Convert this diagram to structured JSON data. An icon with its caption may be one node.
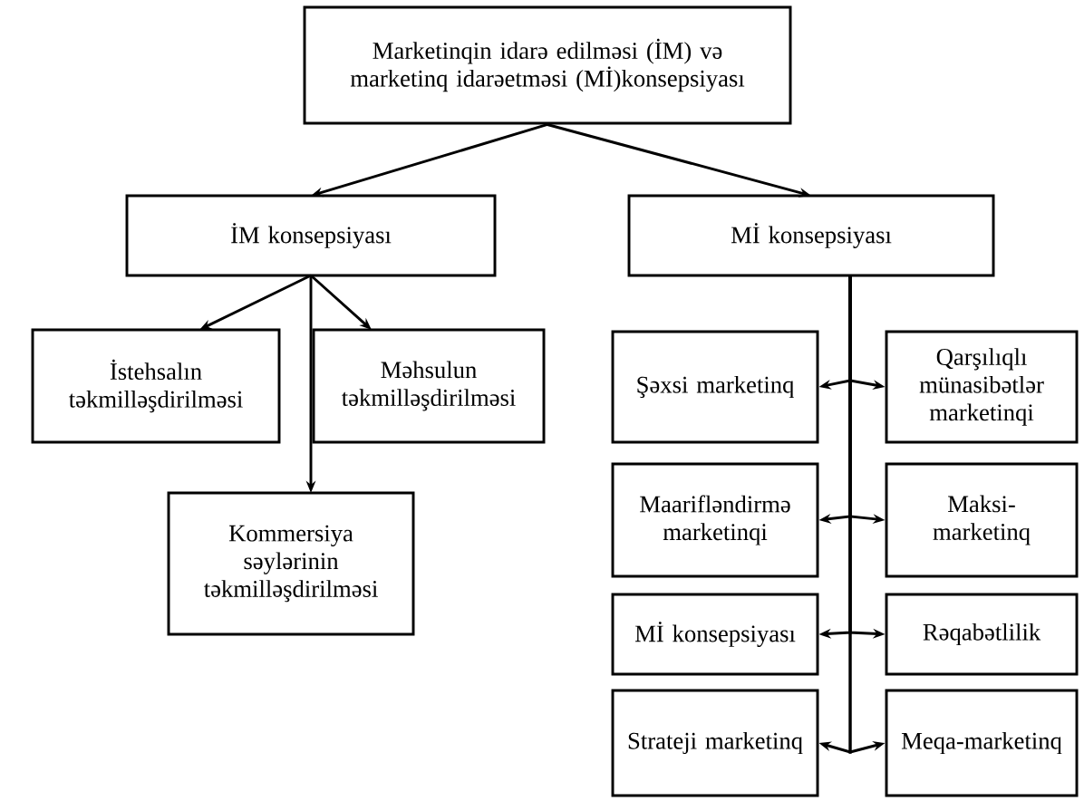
{
  "diagram": {
    "nodes": [
      {
        "text": [
          "Marketinqin idarə edilməsi (İM) və marketinq idarəetməsi (Mİ)konsepsiyası"
        ]
      },
      {
        "text": [
          "İM konsepsiyası"
        ]
      },
      {
        "text": [
          "İstehsalın təkmilləşdirilməsi"
        ]
      },
      {
        "text": [
          "Məhsulun təkmilləşdirilməsi"
        ]
      },
      {
        "text": [
          "Kommersiya səylərinin təkmilləşdirilməsi"
        ]
      },
      {
        "text": [
          "Mİ konsepsiyası"
        ]
      },
      {
        "text": [
          "Şəxsi marketinq"
        ]
      },
      {
        "text": [
          "Qarşılıqlı münasibətlər marketinqi"
        ]
      },
      {
        "text": [
          "Maarifləndirmə marketinqi"
        ]
      },
      {
        "text": [
          "Maksi-marketinq"
        ]
      },
      {
        "text": [
          "Mİ konsepsiyası"
        ]
      },
      {
        "text": [
          "Rəqabətlilik"
        ]
      },
      {
        "text": [
          "Strateji marketinq"
        ]
      },
      {
        "text": [
          "Meqa-marketinq"
        ]
      }
    ],
    "edges": [
      {
        "from": 0,
        "to": 1,
        "arrow": "to"
      },
      {
        "from": 0,
        "to": 5,
        "arrow": "to"
      },
      {
        "from": 1,
        "to": 2,
        "arrow": "to"
      },
      {
        "from": 1,
        "to": 3,
        "arrow": "to"
      },
      {
        "from": 1,
        "to": 4,
        "arrow": "to"
      },
      {
        "from": 5,
        "to": 6,
        "arrow": "to"
      },
      {
        "from": 5,
        "to": 7,
        "arrow": "to"
      },
      {
        "from": 5,
        "to": 8,
        "arrow": "to"
      },
      {
        "from": 5,
        "to": 9,
        "arrow": "to"
      },
      {
        "from": 5,
        "to": 10,
        "arrow": "to"
      },
      {
        "from": 5,
        "to": 11,
        "arrow": "to"
      },
      {
        "from": 5,
        "to": 12,
        "arrow": "to"
      },
      {
        "from": 5,
        "to": 13,
        "arrow": "to"
      }
    ]
  }
}
